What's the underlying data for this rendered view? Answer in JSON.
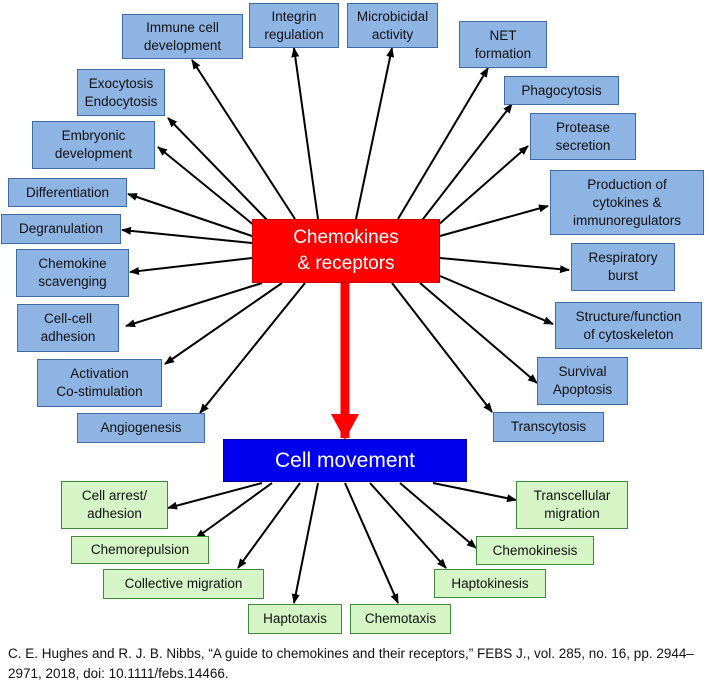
{
  "hub": {
    "chemokines": "Chemokines\n& receptors",
    "cell_movement": "Cell movement"
  },
  "functions": [
    "Immune cell\ndevelopment",
    "Integrin\nregulation",
    "Microbicidal\nactivity",
    "NET\nformation",
    "Exocytosis\nEndocytosis",
    "Phagocytosis",
    "Embryonic\ndevelopment",
    "Protease\nsecretion",
    "Differentiation",
    "Production of\ncytokines &\nimmunoregulators",
    "Degranulation",
    "Chemokine\nscavenging",
    "Respiratory\nburst",
    "Cell-cell\nadhesion",
    "Structure/function\nof cytoskeleton",
    "Activation\nCo-stimulation",
    "Survival\nApoptosis",
    "Angiogenesis",
    "Transcytosis"
  ],
  "movements": [
    "Cell arrest/\nadhesion",
    "Transcellular\nmigration",
    "Chemorepulsion",
    "Chemokinesis",
    "Collective migration",
    "Haptokinesis",
    "Haptotaxis",
    "Chemotaxis"
  ],
  "citation": "C. E. Hughes and R. J. B. Nibbs, “A guide to chemokines and their receptors,” FEBS J., vol. 285, no. 16, pp. 2944–2971, 2018, doi: 10.1111/febs.14466.",
  "colors": {
    "function_box": "#8eb4e3",
    "movement_box": "#d6f5c6",
    "chemokines_hub": "#ff0000",
    "cell_movement_hub": "#0000ee",
    "center_arrow": "#ff0000"
  }
}
